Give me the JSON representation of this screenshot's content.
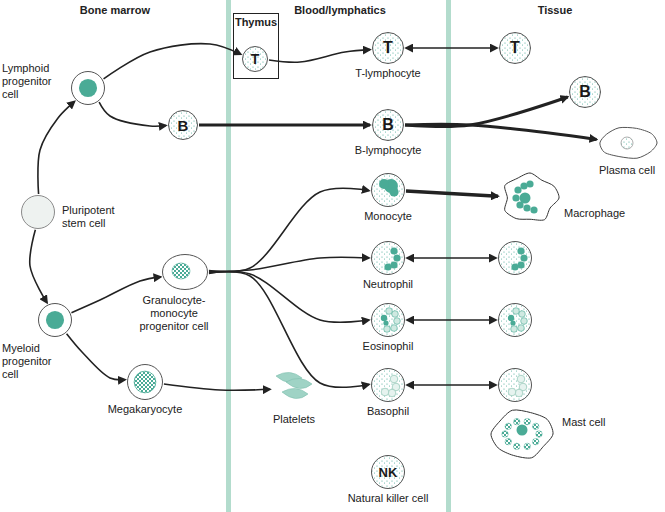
{
  "diagram": {
    "nodes": [
      {
        "text": [
          "Lymphoid progenitor cell"
        ]
      },
      {
        "text": [
          "Thymus"
        ]
      },
      {
        "text": [
          "T"
        ],
        "in": 1
      },
      {
        "text": [
          "T",
          "T-lymphocyte"
        ]
      },
      {
        "text": [
          "T"
        ]
      },
      {
        "text": [
          "B"
        ]
      },
      {
        "text": [
          "B",
          "B-lymphocyte"
        ]
      },
      {
        "text": [
          "B"
        ]
      },
      {
        "text": [
          "Plasma cell"
        ]
      },
      {
        "text": [
          "Pluripotent stem cell"
        ]
      },
      {
        "text": [
          "Monocyte"
        ]
      },
      {
        "text": [
          "Macrophage"
        ]
      },
      {
        "text": [
          "Myeloid progenitor cell"
        ]
      },
      {
        "text": [
          "Granulocyte-monocyte progenitor cell"
        ]
      },
      {
        "text": [
          "Neutrophil"
        ]
      },
      {
        "text": []
      },
      {
        "text": [
          "Eosinophil"
        ]
      },
      {
        "text": []
      },
      {
        "text": [
          "Basophil"
        ]
      },
      {
        "text": []
      },
      {
        "text": [
          "Megakaryocyte"
        ]
      },
      {
        "text": [
          "Platelets"
        ]
      },
      {
        "text": [
          "Mast cell"
        ]
      },
      {
        "text": [
          "NK",
          "Natural killer cell"
        ]
      }
    ],
    "edges": [
      {
        "from": 9,
        "to": 0,
        "arrow": "to"
      },
      {
        "from": 9,
        "to": 12,
        "arrow": "to"
      },
      {
        "from": 0,
        "to": 2,
        "arrow": "to"
      },
      {
        "from": 2,
        "to": 3,
        "arrow": "to"
      },
      {
        "from": 3,
        "to": 4,
        "arrow": "both"
      },
      {
        "from": 0,
        "to": 5,
        "arrow": "to"
      },
      {
        "from": 5,
        "to": 6,
        "arrow": "to"
      },
      {
        "from": 6,
        "to": 7,
        "arrow": "to"
      },
      {
        "from": 6,
        "to": 8,
        "arrow": "to"
      },
      {
        "from": 12,
        "to": 13,
        "arrow": "to"
      },
      {
        "from": 13,
        "to": 10,
        "arrow": "to"
      },
      {
        "from": 13,
        "to": 14,
        "arrow": "to"
      },
      {
        "from": 13,
        "to": 16,
        "arrow": "to"
      },
      {
        "from": 13,
        "to": 18,
        "arrow": "to"
      },
      {
        "from": 10,
        "to": 11,
        "arrow": "to"
      },
      {
        "from": 14,
        "to": 15,
        "arrow": "both"
      },
      {
        "from": 16,
        "to": 17,
        "arrow": "both"
      },
      {
        "from": 18,
        "to": 19,
        "arrow": "both"
      },
      {
        "from": 12,
        "to": 20,
        "arrow": "to"
      },
      {
        "from": 20,
        "to": 21,
        "arrow": "to"
      }
    ],
    "labels": [
      "Bone marrow",
      "Blood/lymphatics",
      "Tissue"
    ]
  }
}
